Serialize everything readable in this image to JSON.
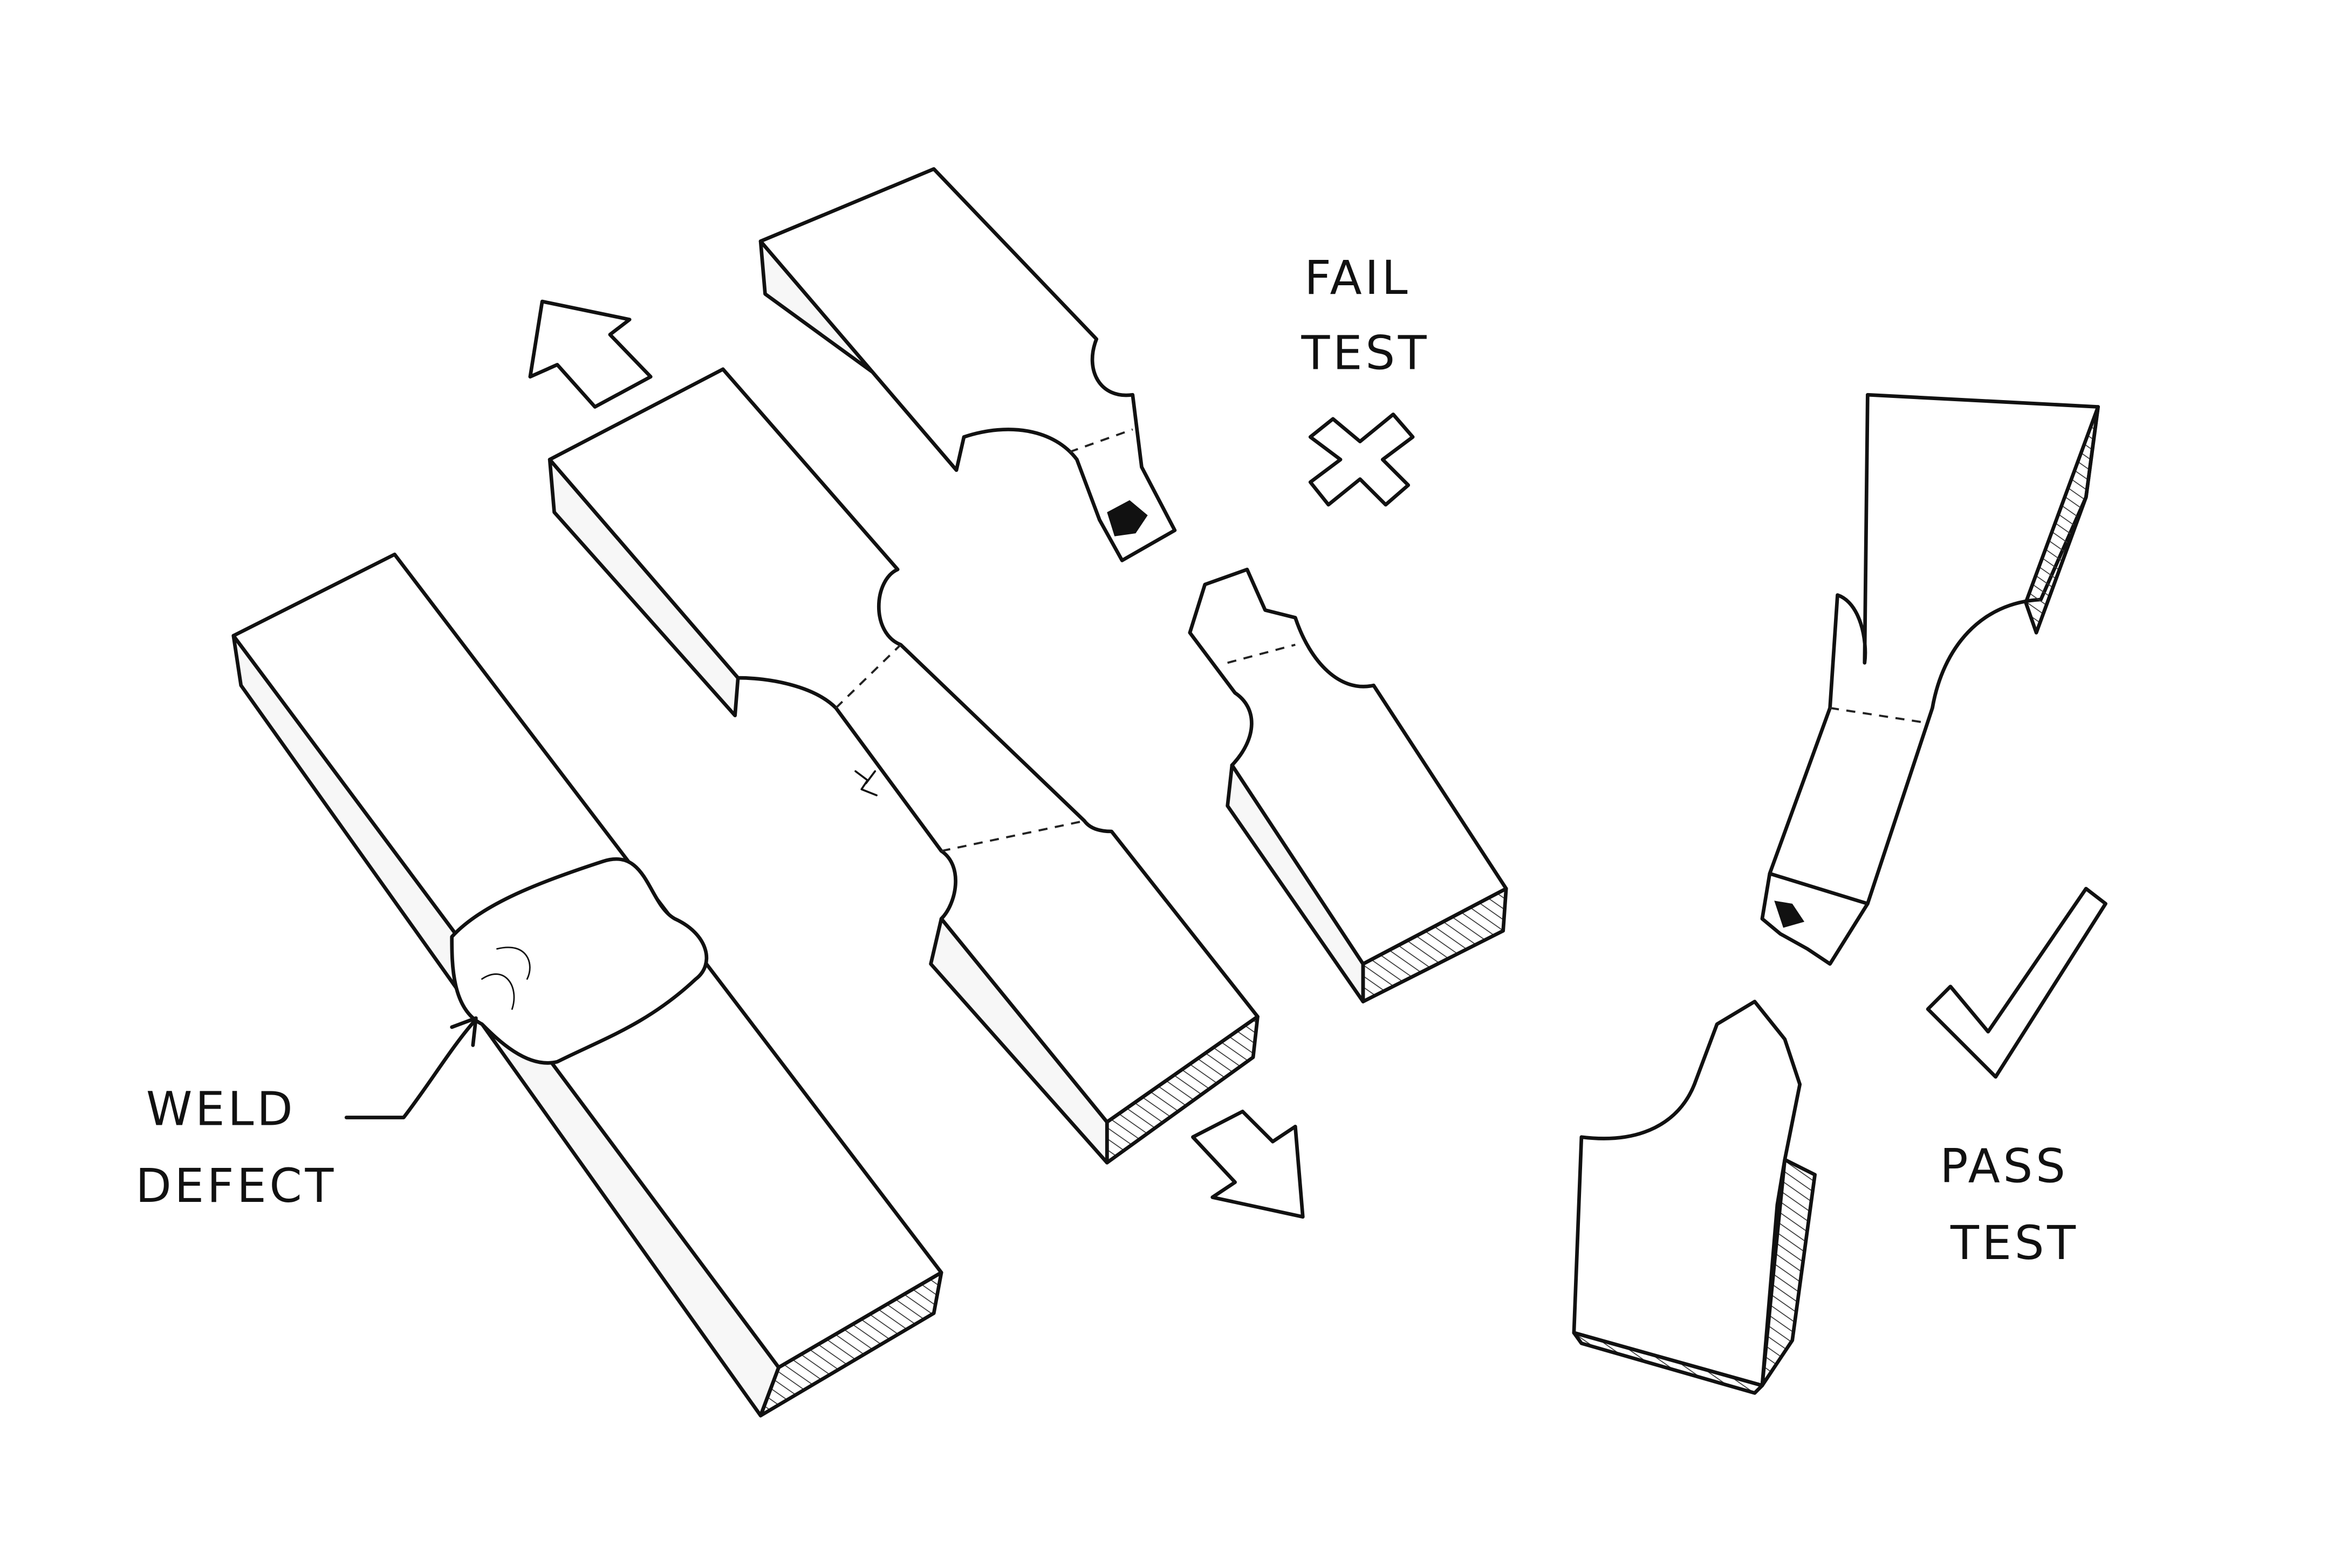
{
  "labels": {
    "fail": [
      "FAIL",
      "TEST"
    ],
    "weld": [
      "WELD",
      "DEFECT"
    ],
    "pass": [
      "PASS",
      "TEST"
    ]
  },
  "icons": {
    "fail_mark": "x-cross-icon",
    "pass_mark": "check-mark-icon",
    "pull_up": "arrow-up-left-icon",
    "pull_down": "arrow-down-right-icon"
  },
  "colors": {
    "ink": "#111111",
    "background": "#ffffff"
  }
}
